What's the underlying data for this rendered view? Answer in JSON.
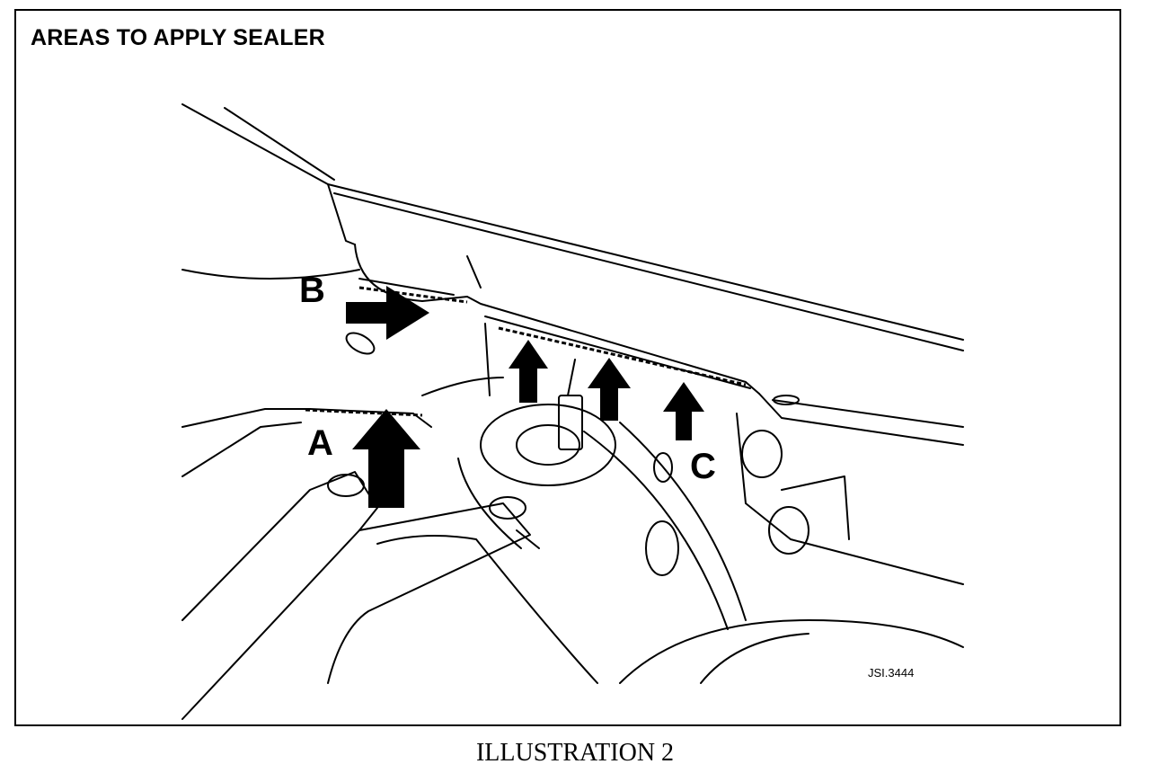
{
  "figure": {
    "title": "AREAS TO APPLY SEALER",
    "callouts": {
      "a": "A",
      "b": "B",
      "c": "C"
    },
    "figure_code": "JSI.3444"
  },
  "caption": "ILLUSTRATION 2"
}
